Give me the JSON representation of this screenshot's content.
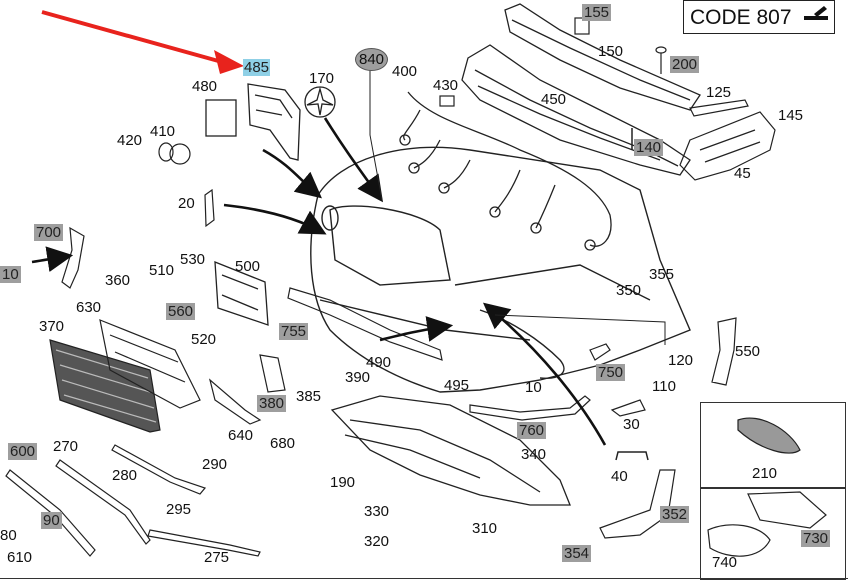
{
  "diagram": {
    "code_label": "CODE 807",
    "code_icon": "edit-note-icon",
    "arrow_color": "#e8231d",
    "highlight_color": "#9e9e9e",
    "selected_color": "#8fd0e6",
    "selected_part": "485",
    "parts": {
      "p485": "485",
      "p480": "480",
      "p420": "420",
      "p410": "410",
      "p170": "170",
      "p840": "840",
      "p400": "400",
      "p430": "430",
      "p155": "155",
      "p150": "150",
      "p200": "200",
      "p450": "450",
      "p125": "125",
      "p145": "145",
      "p140": "140",
      "p45": "45",
      "p20": "20",
      "p700": "700",
      "p10l": "10",
      "p510": "510",
      "p530": "530",
      "p500": "500",
      "p360": "360",
      "p560": "560",
      "p630": "630",
      "p520": "520",
      "p370": "370",
      "p755": "755",
      "p490": "490",
      "p390": "390",
      "p495": "495",
      "p385": "385",
      "p380": "380",
      "p640": "640",
      "p680": "680",
      "p10": "10",
      "p355": "355",
      "p350": "350",
      "p550": "550",
      "p120": "120",
      "p750": "750",
      "p110": "110",
      "p30": "30",
      "p760": "760",
      "p340": "340",
      "p210": "210",
      "p600": "600",
      "p270": "270",
      "p280": "280",
      "p290": "290",
      "p295": "295",
      "p90": "90",
      "p80": "80",
      "p610": "610",
      "p275": "275",
      "p190": "190",
      "p330": "330",
      "p320": "320",
      "p310": "310",
      "p40": "40",
      "p352": "352",
      "p354": "354",
      "p740": "740",
      "p730": "730"
    }
  }
}
